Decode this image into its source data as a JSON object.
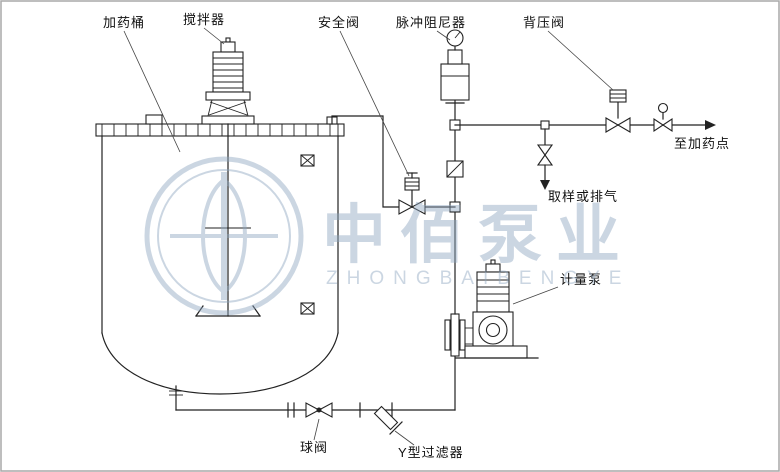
{
  "diagram": {
    "labels": {
      "tank": "加药桶",
      "agitator": "搅拌器",
      "safety_valve": "安全阀",
      "pulse_damper": "脉冲阻尼器",
      "back_pressure_valve": "背压阀",
      "to_dosing_point": "至加药点",
      "sample_or_vent": "取样或排气",
      "metering_pump": "计量泵",
      "ball_valve": "球阀",
      "y_strainer": "Y型过滤器"
    },
    "watermark": {
      "text_cn": "中佰泵业",
      "text_en": "ZHONGBAIBENGYE",
      "color": "#8ea6c0"
    },
    "colors": {
      "line": "#222222",
      "background": "#ffffff",
      "border": "#a9a9a9"
    }
  }
}
